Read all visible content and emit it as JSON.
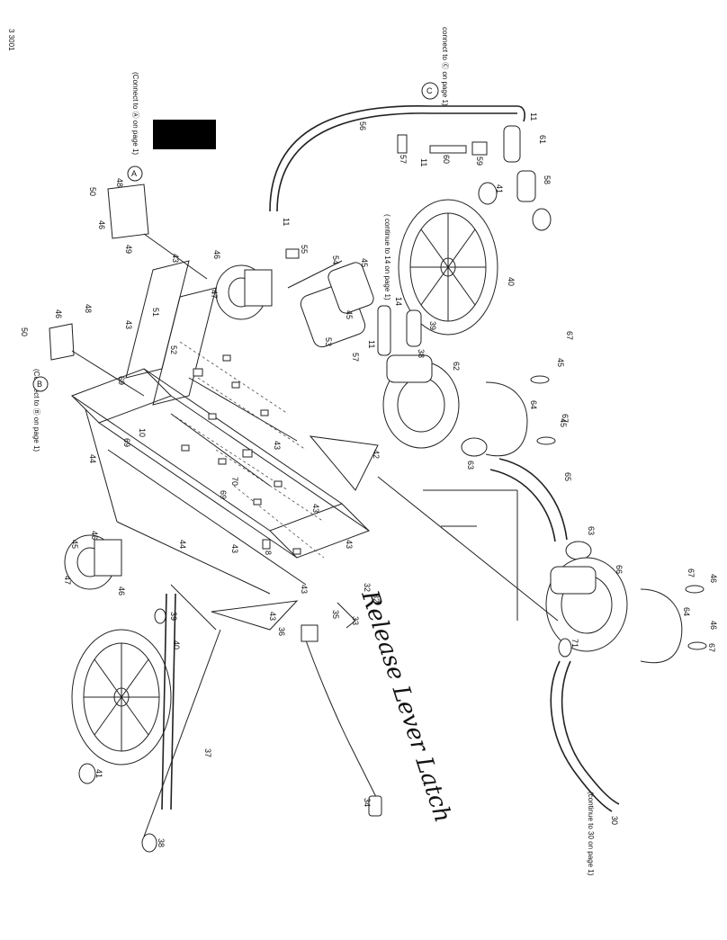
{
  "page": {
    "id": "3 3001"
  },
  "connectors": {
    "c_note": "connect to Ⓒ on page 1)",
    "a_note": "(Connect to Ⓐ on page 1)",
    "b_note": "(Connect to Ⓑ on page 1)",
    "continue_14": "( continue to 14 on page 1)",
    "continue_30": "(continue to 30 on page 1)",
    "a": "A",
    "b": "B",
    "c": "C"
  },
  "handwriting": {
    "note": "Release Lever Latch"
  },
  "callouts": {
    "p11a": "11",
    "p61": "61",
    "p58": "58",
    "p56": "56",
    "p57a": "57",
    "p11b": "11",
    "p60": "60",
    "p59": "59",
    "p41a": "41",
    "p40a": "40",
    "p11c": "11",
    "p55": "55",
    "p54": "54",
    "p45a": "45",
    "p14": "14",
    "p39a": "39",
    "p38a": "38",
    "p11d": "11",
    "p57b": "57",
    "p53": "53",
    "p45b": "45",
    "p48a": "48",
    "p49": "49",
    "p50a": "50",
    "p46a": "46",
    "p43a": "43",
    "p47a": "47",
    "p46b": "46",
    "p51": "51",
    "p52": "52",
    "p43b": "43",
    "p48b": "48",
    "p50b": "50",
    "p46c": "46",
    "p62": "62",
    "p67a": "67",
    "p45c": "45",
    "p64a": "64",
    "p67b": "67",
    "p45d": "45",
    "p63a": "63",
    "p65": "65",
    "p63b": "63",
    "p42": "42",
    "p69a": "69",
    "p10": "10",
    "p69b": "69",
    "p44a": "44",
    "p70": "70",
    "p69c": "69",
    "p43c": "43",
    "p43d": "43",
    "p43e": "43",
    "p8": "8",
    "p44b": "44",
    "p45e": "45",
    "p46d": "46",
    "p47b": "47",
    "p46e": "46",
    "p66": "66",
    "p67c": "67",
    "p46f": "46",
    "p64b": "64",
    "p67d": "67",
    "p46g": "46",
    "p71": "71",
    "p32a": "32",
    "p32b": "32",
    "p33": "33",
    "p35": "35",
    "p36": "36",
    "p39b": "39",
    "p40b": "40",
    "p41b": "41",
    "p37": "37",
    "p38b": "38",
    "p34": "34",
    "p30": "30",
    "p43f": "43",
    "p43g": "43",
    "p43h": "43"
  }
}
